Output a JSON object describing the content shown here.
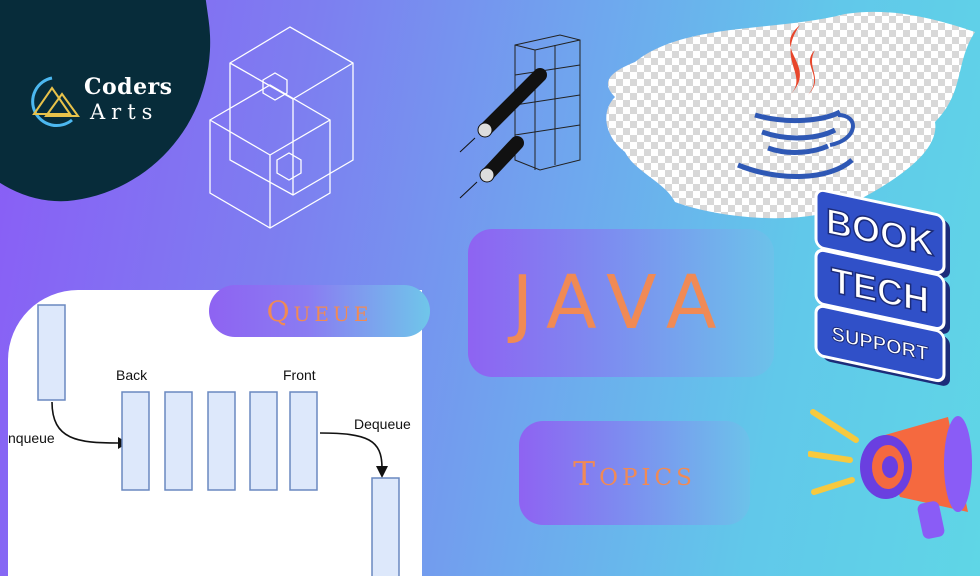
{
  "brand": {
    "line1": "Coders",
    "line2": "Arts",
    "icon": "triangle-circle-logo-icon"
  },
  "title": "JAVA",
  "subtitle": "Topics",
  "queue": {
    "label": "Queue",
    "back_label": "Back",
    "front_label": "Front",
    "enqueue_label": "nqueue",
    "dequeue_label": "Dequeue"
  },
  "sign": {
    "line1": "BOOK",
    "line2": "TECH",
    "line3": "SUPPORT"
  },
  "icons": [
    "wireframe-cubes-icon",
    "wireframe-rods-icon",
    "java-coffee-cup-icon",
    "megaphone-icon"
  ],
  "colors": {
    "accent_text": "#f08a55",
    "logo_bg": "#072c3a",
    "java_blue": "#2e58b5",
    "java_red": "#e8462b",
    "sign_blue": "#3050c8"
  }
}
